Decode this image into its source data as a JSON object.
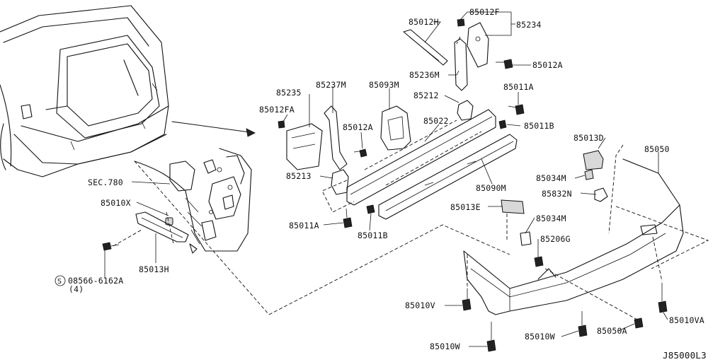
{
  "diagram_id": "J85000L3",
  "callouts": [
    {
      "id": "c-85012h",
      "text": "85012H"
    },
    {
      "id": "c-85012f",
      "text": "85012F"
    },
    {
      "id": "c-85234",
      "text": "85234"
    },
    {
      "id": "c-85012a-top",
      "text": "85012A"
    },
    {
      "id": "c-85236m",
      "text": "85236M"
    },
    {
      "id": "c-85235",
      "text": "85235"
    },
    {
      "id": "c-85237m",
      "text": "85237M"
    },
    {
      "id": "c-85093m",
      "text": "85093M"
    },
    {
      "id": "c-85212",
      "text": "85212"
    },
    {
      "id": "c-85011a-top",
      "text": "85011A"
    },
    {
      "id": "c-85012fa",
      "text": "85012FA"
    },
    {
      "id": "c-85012a-mid",
      "text": "85012A"
    },
    {
      "id": "c-85022",
      "text": "85022"
    },
    {
      "id": "c-85011b-right",
      "text": "85011B"
    },
    {
      "id": "c-85013d",
      "text": "85013D"
    },
    {
      "id": "c-85050",
      "text": "85050"
    },
    {
      "id": "c-85213",
      "text": "85213"
    },
    {
      "id": "c-85034m-upper",
      "text": "85034M"
    },
    {
      "id": "c-sec780",
      "text": "SEC.780"
    },
    {
      "id": "c-85090m",
      "text": "85090M"
    },
    {
      "id": "c-85832n",
      "text": "85832N"
    },
    {
      "id": "c-85010x",
      "text": "85010X"
    },
    {
      "id": "c-85013e",
      "text": "85013E"
    },
    {
      "id": "c-85034m-lower",
      "text": "85034M"
    },
    {
      "id": "c-85011a-low",
      "text": "85011A"
    },
    {
      "id": "c-85011b-low",
      "text": "85011B"
    },
    {
      "id": "c-85206g",
      "text": "85206G"
    },
    {
      "id": "c-85013h",
      "text": "85013H"
    },
    {
      "id": "c-08566",
      "text": "08566-6162A"
    },
    {
      "id": "c-qty4",
      "text": "(4)"
    },
    {
      "id": "c-85010v",
      "text": "85010V"
    },
    {
      "id": "c-85010va",
      "text": "85010VA"
    },
    {
      "id": "c-85010w-mid",
      "text": "85010W"
    },
    {
      "id": "c-85050a",
      "text": "85050A"
    },
    {
      "id": "c-85010w-low",
      "text": "85010W"
    }
  ],
  "symbols": {
    "circled_s": "S"
  }
}
